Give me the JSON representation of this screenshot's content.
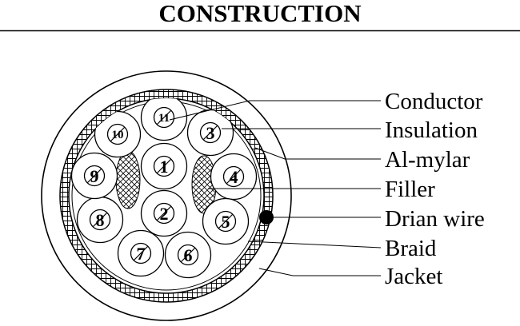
{
  "title": "CONSTRUCTION",
  "conductors": [
    {
      "label": "1"
    },
    {
      "label": "2"
    },
    {
      "label": "3"
    },
    {
      "label": "4"
    },
    {
      "label": "5"
    },
    {
      "label": "6"
    },
    {
      "label": "7"
    },
    {
      "label": "8"
    },
    {
      "label": "9"
    },
    {
      "label": "10"
    },
    {
      "label": "11"
    }
  ],
  "callouts": [
    {
      "label": "Conductor"
    },
    {
      "label": "Insulation"
    },
    {
      "label": "Al-mylar"
    },
    {
      "label": "Filler"
    },
    {
      "label": "Drian wire"
    },
    {
      "label": "Braid"
    },
    {
      "label": "Jacket"
    }
  ]
}
